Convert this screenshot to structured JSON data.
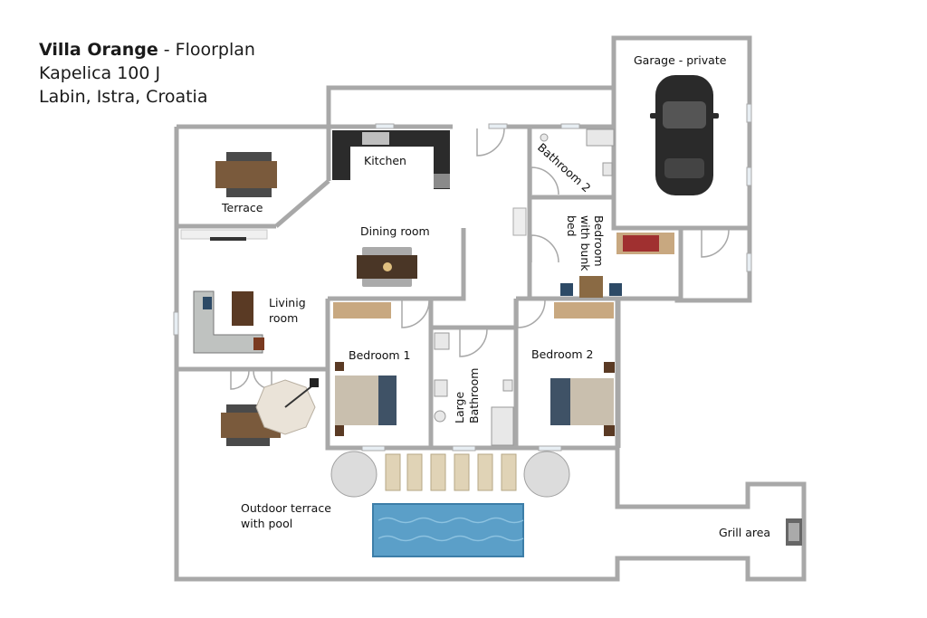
{
  "title": {
    "name": "Villa Orange",
    "suffix": " - Floorplan",
    "address_line1": "Kapelica 100 J",
    "address_line2": "Labin, Istra, Croatia"
  },
  "rooms": {
    "garage": "Garage - private",
    "kitchen": "Kitchen",
    "bathroom2": "Bathroom 2",
    "terrace": "Terrace",
    "bunk_line1": "Bedroom",
    "bunk_line2": "with bunk",
    "bunk_line3": "bed",
    "dining": "Dining room",
    "living_line1": "Livinig",
    "living_line2": "room",
    "bedroom1": "Bedroom 1",
    "bedroom2": "Bedroom 2",
    "large_bath_line1": "Large",
    "large_bath_line2": "Bathroom",
    "outdoor_line1": "Outdoor terrace",
    "outdoor_line2": "with pool",
    "grill": "Grill area"
  },
  "colors": {
    "wall": "#a8a8a8",
    "floor": "#ffffff",
    "pool": "#5b9fc8",
    "wood": "#7a5a3c",
    "bed_blanket": "#c9bfae",
    "bed_headboard": "#3f5266",
    "counter": "#2b2b2b"
  }
}
